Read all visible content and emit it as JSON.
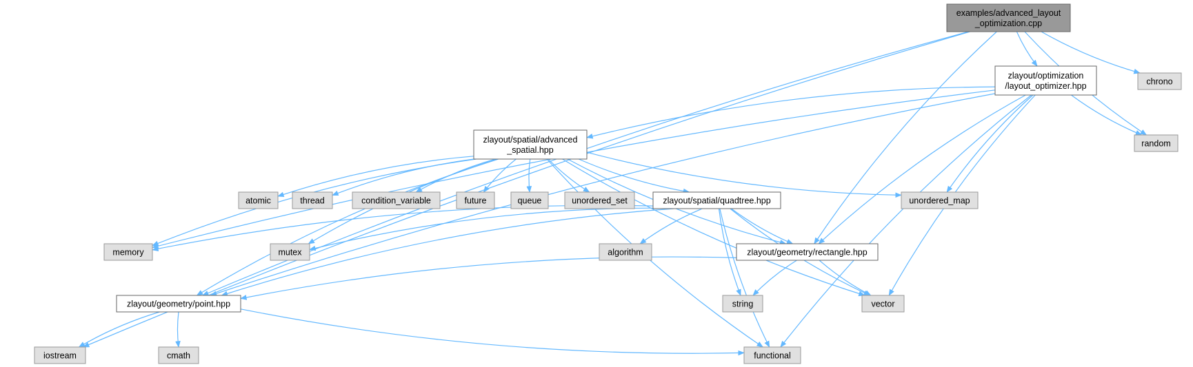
{
  "colors": {
    "edge": "#63b8ff",
    "main_fill": "#999999",
    "project_fill": "#ffffff",
    "system_fill": "#e0e0e0"
  },
  "nodes": [
    {
      "id": "main",
      "kind": "main",
      "lines": [
        "examples/advanced_layout",
        "_optimization.cpp"
      ]
    },
    {
      "id": "optimizer",
      "kind": "project",
      "lines": [
        "zlayout/optimization",
        "/layout_optimizer.hpp"
      ]
    },
    {
      "id": "chrono",
      "kind": "system",
      "lines": [
        "chrono"
      ]
    },
    {
      "id": "random",
      "kind": "system",
      "lines": [
        "random"
      ]
    },
    {
      "id": "adv_spatial",
      "kind": "project",
      "lines": [
        "zlayout/spatial/advanced",
        "_spatial.hpp"
      ]
    },
    {
      "id": "atomic",
      "kind": "system",
      "lines": [
        "atomic"
      ]
    },
    {
      "id": "thread",
      "kind": "system",
      "lines": [
        "thread"
      ]
    },
    {
      "id": "condvar",
      "kind": "system",
      "lines": [
        "condition_variable"
      ]
    },
    {
      "id": "future",
      "kind": "system",
      "lines": [
        "future"
      ]
    },
    {
      "id": "queue",
      "kind": "system",
      "lines": [
        "queue"
      ]
    },
    {
      "id": "unordered_set",
      "kind": "system",
      "lines": [
        "unordered_set"
      ]
    },
    {
      "id": "quadtree",
      "kind": "project",
      "lines": [
        "zlayout/spatial/quadtree.hpp"
      ]
    },
    {
      "id": "unordered_map",
      "kind": "system",
      "lines": [
        "unordered_map"
      ]
    },
    {
      "id": "memory",
      "kind": "system",
      "lines": [
        "memory"
      ]
    },
    {
      "id": "mutex",
      "kind": "system",
      "lines": [
        "mutex"
      ]
    },
    {
      "id": "algorithm",
      "kind": "system",
      "lines": [
        "algorithm"
      ]
    },
    {
      "id": "rectangle",
      "kind": "project",
      "lines": [
        "zlayout/geometry/rectangle.hpp"
      ]
    },
    {
      "id": "point",
      "kind": "project",
      "lines": [
        "zlayout/geometry/point.hpp"
      ]
    },
    {
      "id": "string",
      "kind": "system",
      "lines": [
        "string"
      ]
    },
    {
      "id": "vector",
      "kind": "system",
      "lines": [
        "vector"
      ]
    },
    {
      "id": "iostream",
      "kind": "system",
      "lines": [
        "iostream"
      ]
    },
    {
      "id": "cmath",
      "kind": "system",
      "lines": [
        "cmath"
      ]
    },
    {
      "id": "functional",
      "kind": "system",
      "lines": [
        "functional"
      ]
    }
  ],
  "edges": [
    [
      "main",
      "optimizer"
    ],
    [
      "main",
      "chrono"
    ],
    [
      "main",
      "random"
    ],
    [
      "main",
      "iostream"
    ],
    [
      "main",
      "point"
    ],
    [
      "main",
      "rectangle"
    ],
    [
      "optimizer",
      "random"
    ],
    [
      "optimizer",
      "adv_spatial"
    ],
    [
      "optimizer",
      "unordered_map"
    ],
    [
      "optimizer",
      "memory"
    ],
    [
      "optimizer",
      "point"
    ],
    [
      "optimizer",
      "rectangle"
    ],
    [
      "optimizer",
      "vector"
    ],
    [
      "optimizer",
      "functional"
    ],
    [
      "adv_spatial",
      "atomic"
    ],
    [
      "adv_spatial",
      "thread"
    ],
    [
      "adv_spatial",
      "condvar"
    ],
    [
      "adv_spatial",
      "future"
    ],
    [
      "adv_spatial",
      "queue"
    ],
    [
      "adv_spatial",
      "unordered_set"
    ],
    [
      "adv_spatial",
      "quadtree"
    ],
    [
      "adv_spatial",
      "unordered_map"
    ],
    [
      "adv_spatial",
      "memory"
    ],
    [
      "adv_spatial",
      "mutex"
    ],
    [
      "adv_spatial",
      "point"
    ],
    [
      "adv_spatial",
      "rectangle"
    ],
    [
      "adv_spatial",
      "vector"
    ],
    [
      "adv_spatial",
      "functional"
    ],
    [
      "quadtree",
      "memory"
    ],
    [
      "quadtree",
      "mutex"
    ],
    [
      "quadtree",
      "algorithm"
    ],
    [
      "quadtree",
      "rectangle"
    ],
    [
      "quadtree",
      "point"
    ],
    [
      "quadtree",
      "string"
    ],
    [
      "quadtree",
      "vector"
    ],
    [
      "quadtree",
      "functional"
    ],
    [
      "rectangle",
      "point"
    ],
    [
      "rectangle",
      "string"
    ],
    [
      "rectangle",
      "vector"
    ],
    [
      "point",
      "iostream"
    ],
    [
      "point",
      "cmath"
    ],
    [
      "point",
      "functional"
    ]
  ]
}
